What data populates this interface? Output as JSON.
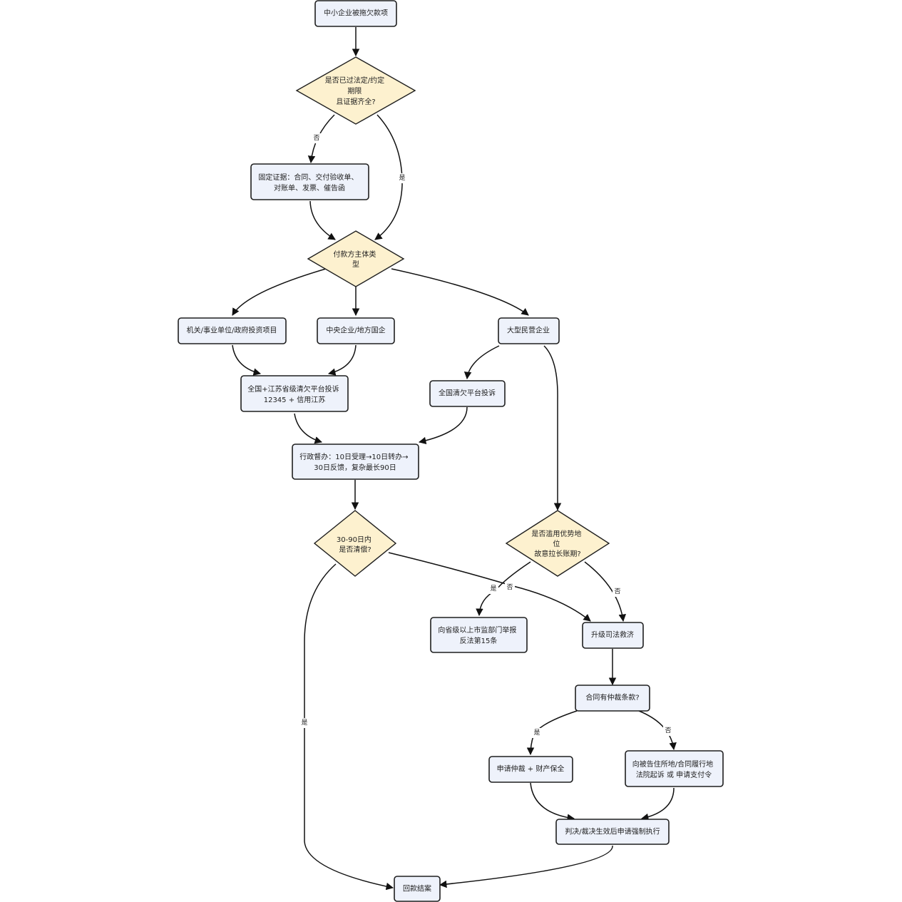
{
  "nodes": {
    "start": "中小企业被拖欠款项",
    "q_deadline": [
      "是否已过法定/约定",
      "期限",
      "且证据齐全?"
    ],
    "evidence": [
      "固定证据：合同、交付验收单、",
      "对账单、发票、催告函"
    ],
    "q_payer": [
      "付款方主体类",
      "型"
    ],
    "gov": "机关/事业单位/政府投资项目",
    "soe": "中央企业/地方国企",
    "private": "大型民营企业",
    "platform_js": [
      "全国+江苏省级清欠平台投诉",
      "12345 + 信用江苏"
    ],
    "platform_nat": "全国清欠平台投诉",
    "admin": [
      "行政督办：10日受理→10日转办→",
      "30日反馈，复杂最长90日"
    ],
    "q_paid": [
      "30-90日内",
      "是否清偿?"
    ],
    "q_abuse": [
      "是否滥用优势地",
      "位",
      "故意拉长账期?"
    ],
    "report": [
      "向省级以上市监部门举报",
      "反法第15条"
    ],
    "judicial": "升级司法救济",
    "q_arb": "合同有仲裁条款?",
    "arbitration": "申请仲裁 + 财产保全",
    "lawsuit": [
      "向被告住所地/合同履行地",
      "法院起诉 或 申请支付令"
    ],
    "enforce": "判决/裁决生效后申请强制执行",
    "end": "回款结案"
  },
  "labels": {
    "no": "否",
    "yes": "是"
  }
}
